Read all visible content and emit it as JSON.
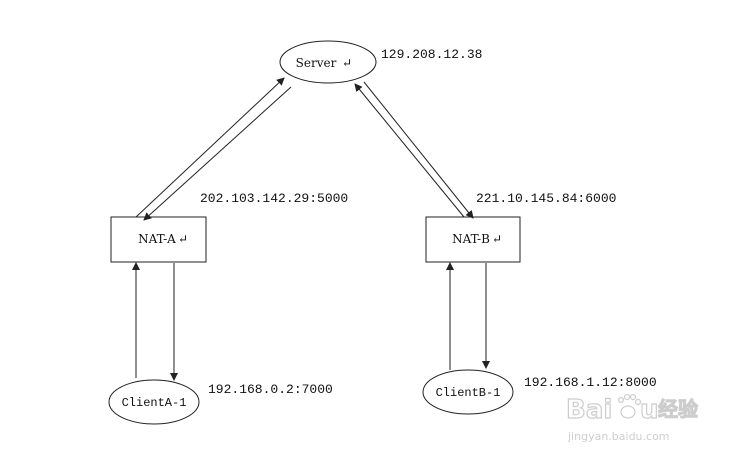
{
  "nodes": {
    "server": {
      "label": "Server",
      "address": "129.208.12.38"
    },
    "nat_a": {
      "label": "NAT-A",
      "address": "202.103.142.29:5000"
    },
    "nat_b": {
      "label": "NAT-B",
      "address": "221.10.145.84:6000"
    },
    "client_a": {
      "label": "ClientA-1",
      "address": "192.168.0.2:7000"
    },
    "client_b": {
      "label": "ClientB-1",
      "address": "192.168.1.12:8000"
    }
  },
  "paragraph_mark": "↵",
  "watermark": {
    "brand": "Bai",
    "brand_tail": "u",
    "brand_cn": "经验",
    "url": "jingyan.baidu.com"
  },
  "colors": {
    "line": "#222222",
    "watermark": "#c8c8c8"
  }
}
